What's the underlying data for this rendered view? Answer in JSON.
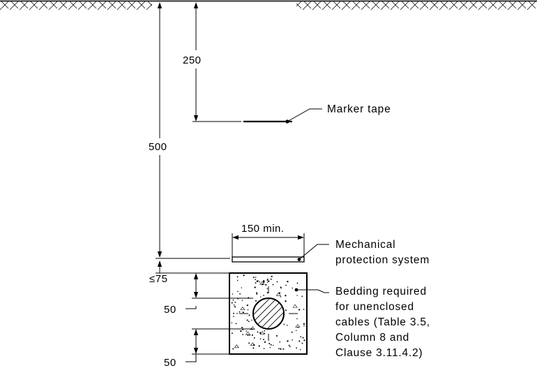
{
  "dimensions": {
    "top_cover": "250",
    "total_depth": "500",
    "width_min": "150 min.",
    "gap_max": "≤75",
    "bedding_top": "50",
    "bedding_bottom": "50"
  },
  "callouts": {
    "marker_tape": "Marker tape",
    "mechanical_protection": [
      "Mechanical",
      "protection system"
    ],
    "bedding": [
      "Bedding required",
      "for unenclosed",
      "cables (Table 3.5,",
      "Column 8 and",
      "Clause 3.11.4.2)"
    ]
  }
}
